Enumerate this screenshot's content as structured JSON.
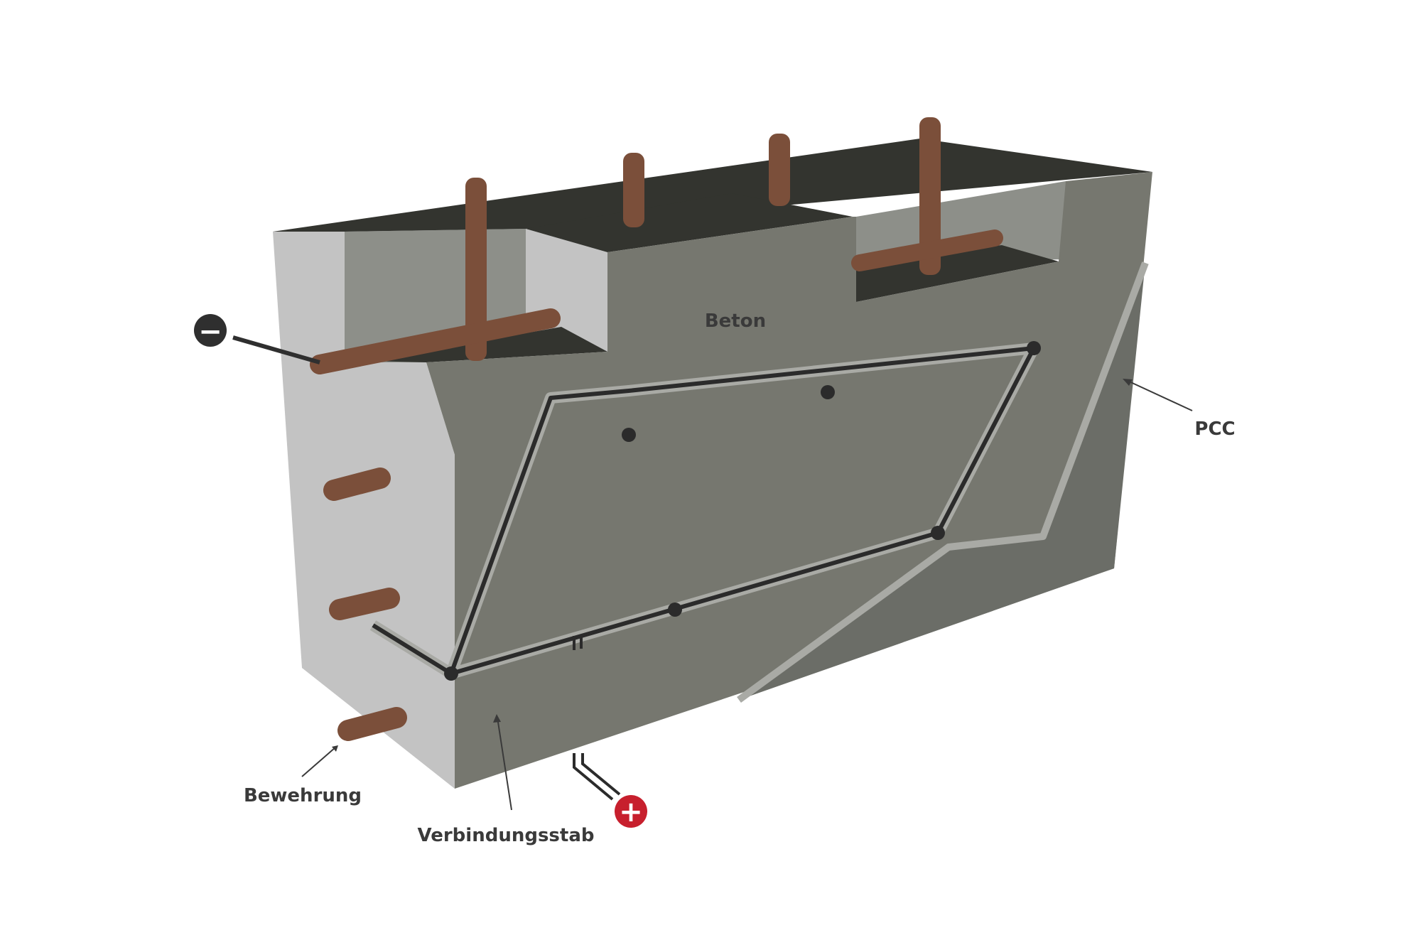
{
  "labels": {
    "concrete": "Beton",
    "pcc": "PCC",
    "reinforcement": "Bewehrung",
    "connector": "Verbindungsstab"
  },
  "terminals": {
    "negative": "−",
    "positive": "+"
  },
  "colors": {
    "background": "#ffffff",
    "concrete_front": "#76776f",
    "concrete_side": "#c3c3c3",
    "concrete_top": "#33342f",
    "pcc_patch": "#6b6d67",
    "rebar": "#7b4f3a",
    "anode_wire": "#2b2b2b",
    "anode_halo": "#a9aaa5",
    "negative_terminal": "#2f2f2f",
    "positive_terminal": "#c71f2d",
    "label_text": "#3a3a3a"
  }
}
